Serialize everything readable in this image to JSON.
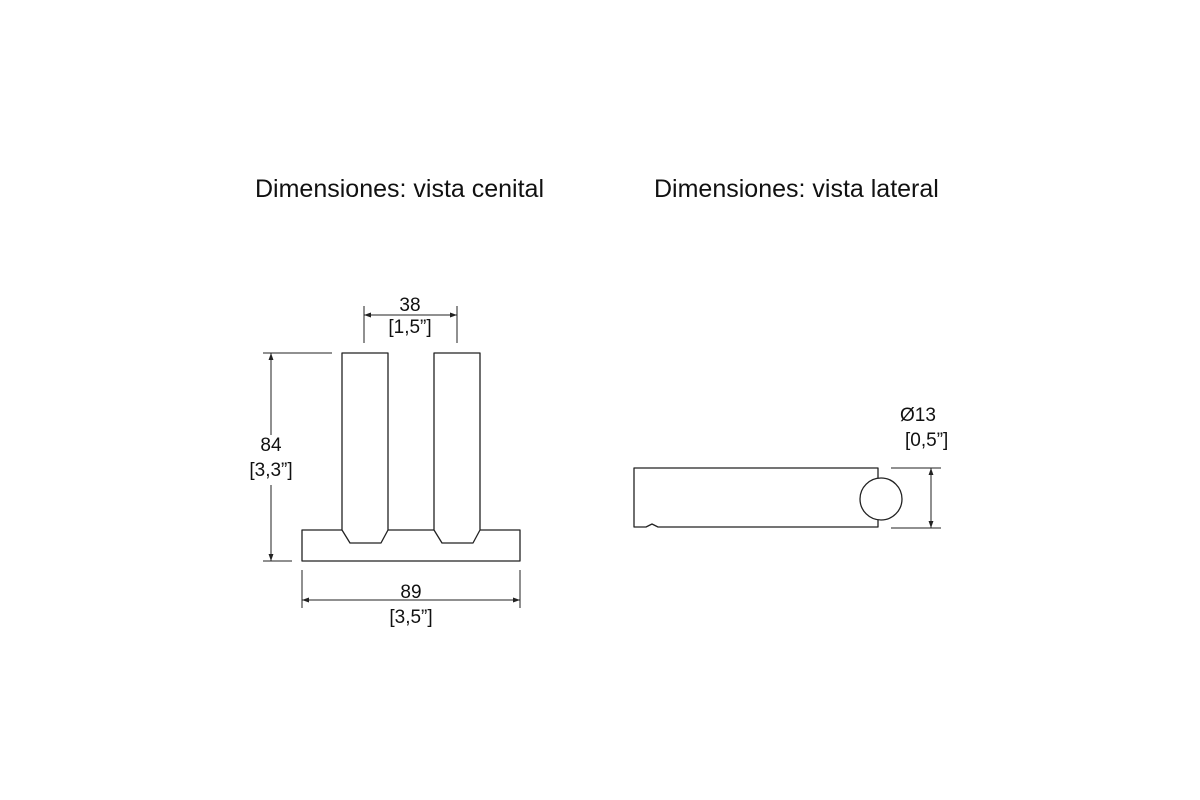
{
  "titles": {
    "top_view": "Dimensiones: vista cenital",
    "side_view": "Dimensiones: vista lateral"
  },
  "top_view": {
    "gap_width": {
      "mm": "38",
      "inch": "[1,5”]"
    },
    "height": {
      "mm": "84",
      "inch": "[3,3”]"
    },
    "base_width": {
      "mm": "89",
      "inch": "[3,5”]"
    }
  },
  "side_view": {
    "diameter": {
      "mm": "Ø13",
      "inch": "[0,5”]"
    }
  },
  "colors": {
    "line": "#222222",
    "background": "#ffffff"
  }
}
